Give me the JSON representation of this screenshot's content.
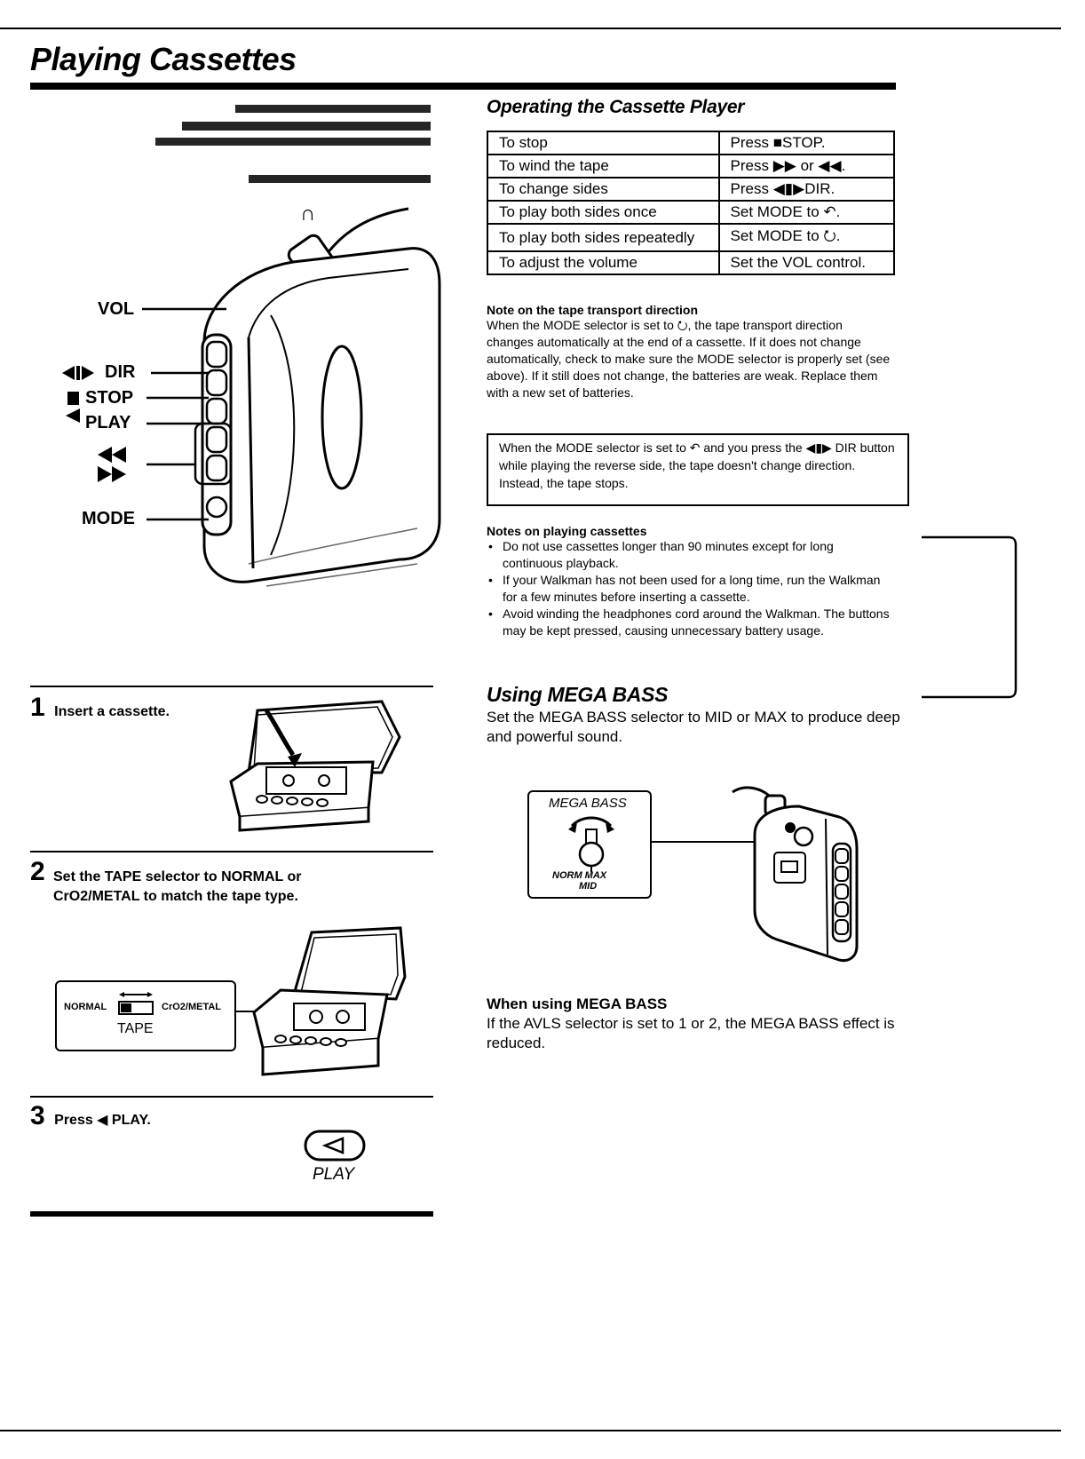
{
  "page": {
    "title": "Playing Cassettes"
  },
  "device_labels": {
    "headphone_symbol": "∩",
    "vol": "VOL",
    "dir": "DIR",
    "stop": "STOP",
    "play": "PLAY",
    "mode": "MODE"
  },
  "steps": [
    {
      "number": "1",
      "text": "Insert a cassette."
    },
    {
      "number": "2",
      "text": "Set the TAPE selector to NORMAL or CrO2/METAL to match the tape type."
    },
    {
      "number": "3",
      "text": "Press ◀ PLAY."
    }
  ],
  "tape_selector": {
    "normal": "NORMAL",
    "metal": "CrO2/METAL",
    "caption": "TAPE"
  },
  "play_button": {
    "caption": "PLAY"
  },
  "operating": {
    "heading": "Operating the Cassette Player",
    "rows": [
      {
        "action": "To stop",
        "result": "Press ■STOP."
      },
      {
        "action": "To wind the tape",
        "result": "Press ▶▶ or ◀◀."
      },
      {
        "action": "To change sides",
        "result": "Press ◀▮▶DIR."
      },
      {
        "action": "To play both sides once",
        "result": "Set MODE to ↶."
      },
      {
        "action": "To play both sides repeatedly",
        "result": "Set MODE to ⭮."
      },
      {
        "action": "To adjust the volume",
        "result": "Set the VOL control."
      }
    ]
  },
  "note_transport": {
    "heading": "Note on the tape transport direction",
    "body": "When the MODE selector is set to ⭮, the tape transport direction changes automatically at the end of a cassette. If it does not change automatically, check to make sure the MODE selector is properly set (see above). If it still does not change, the batteries are weak. Replace them with a new set of batteries."
  },
  "boxed_note": "When the MODE selector is set to ↶ and you press the ◀▮▶ DIR button while playing the reverse side, the tape doesn't change direction. Instead, the tape stops.",
  "notes_playing": {
    "heading": "Notes on playing cassettes",
    "items": [
      "Do not use cassettes longer than 90 minutes except for long continuous playback.",
      "If your Walkman has not been used for a long time, run the Walkman for a few minutes before inserting a cassette.",
      "Avoid winding the headphones cord around the Walkman. The buttons may be kept pressed, causing unnecessary battery usage."
    ]
  },
  "mega_bass": {
    "heading": "Using MEGA BASS",
    "body": "Set the MEGA BASS selector to MID or MAX to produce deep and powerful sound.",
    "diagram_title": "MEGA BASS",
    "norm_max": "NORM MAX",
    "mid": "MID"
  },
  "when_mega_bass": {
    "heading": "When using MEGA BASS",
    "body": "If the AVLS selector is set to 1 or 2, the MEGA BASS effect is reduced."
  }
}
